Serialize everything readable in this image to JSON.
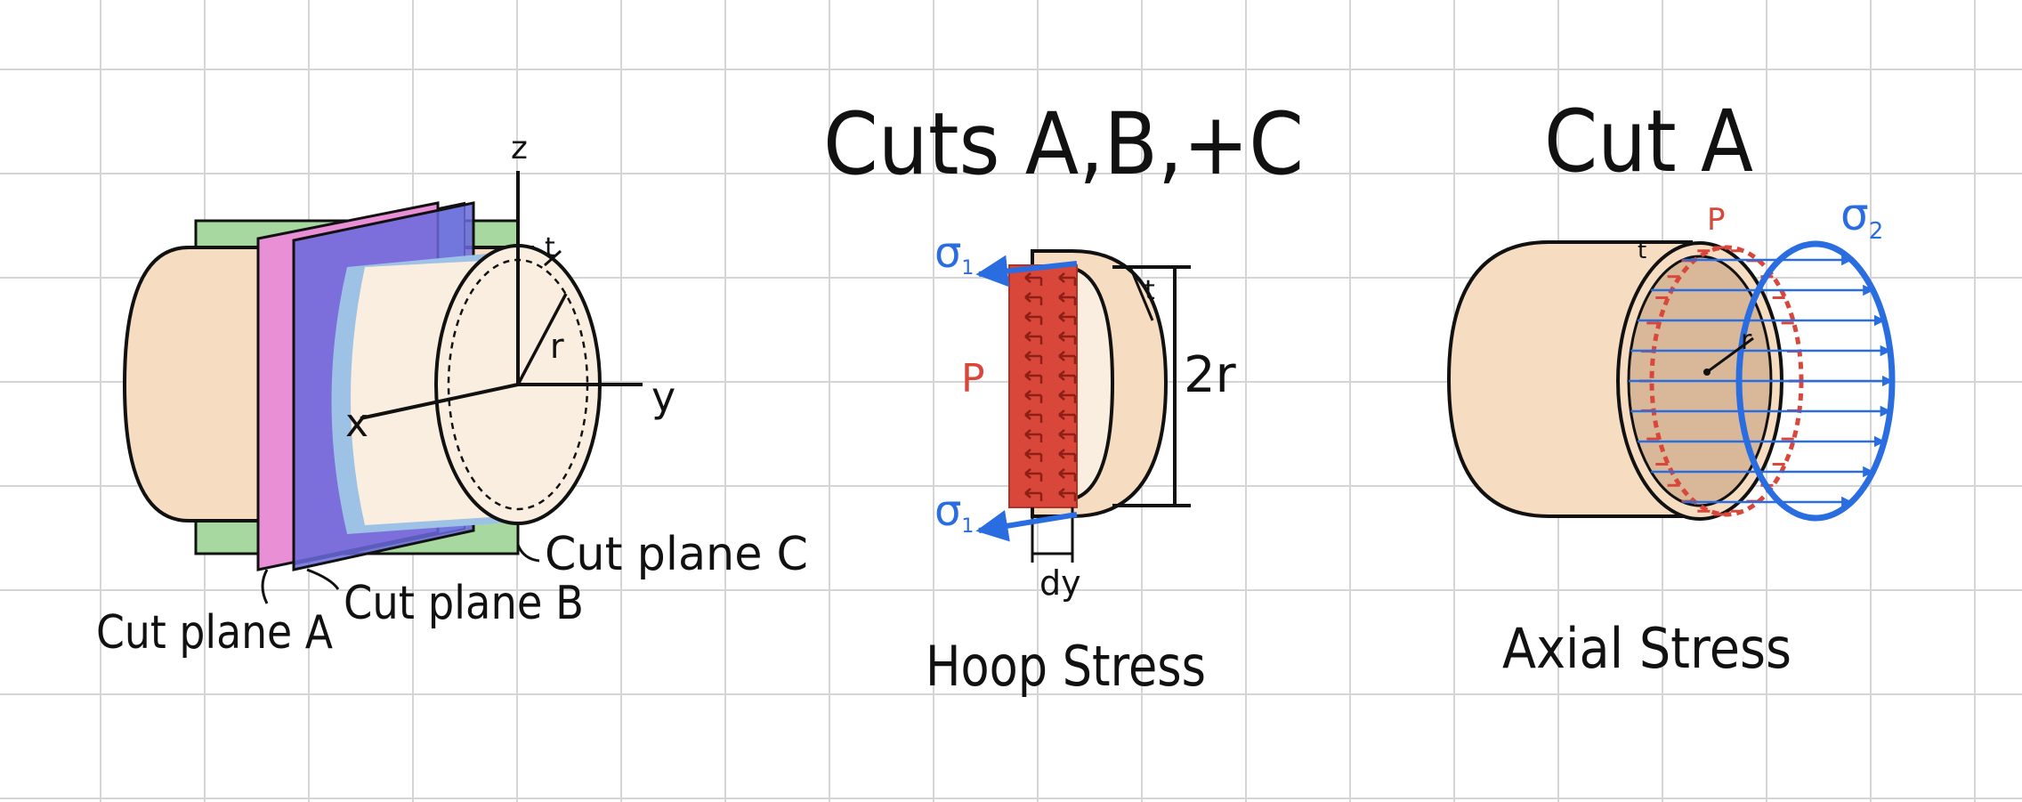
{
  "titles": {
    "cuts": "Cuts A,B,+C",
    "cut_a": "Cut A"
  },
  "left_diagram": {
    "axis_z": "z",
    "axis_y": "y",
    "axis_x": "x",
    "radius": "r",
    "thickness": "t",
    "cut_plane_a": "Cut plane A",
    "cut_plane_b": "Cut plane B",
    "cut_plane_c": "Cut plane C"
  },
  "hoop": {
    "sigma": "σ",
    "sigma_sub": "1",
    "pressure": "P",
    "thickness": "t",
    "diameter": "2r",
    "width": "dy",
    "caption": "Hoop Stress"
  },
  "axial": {
    "pressure": "P",
    "sigma": "σ",
    "sigma_sub": "2",
    "thickness": "t",
    "radius": "r",
    "caption": "Axial Stress"
  },
  "colors": {
    "ink": "#111111",
    "body": "#f6dcc0",
    "body_light": "#faeee0",
    "section": "#d8b898",
    "pressure": "#d9473a",
    "stress": "#2a6de0",
    "plane_a": "#e98fd6",
    "plane_b": "#6a6adc",
    "plane_c": "#a6d8a0",
    "plane_blue": "#9ec2e6",
    "grid": "#d5d5d5"
  }
}
